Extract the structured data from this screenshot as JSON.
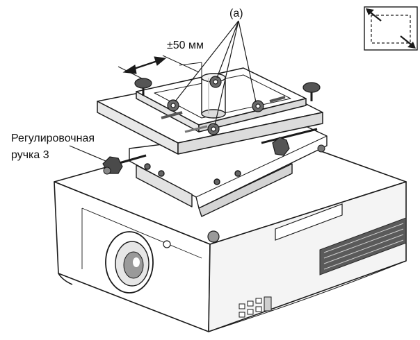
{
  "labels": {
    "callout_a": "(a)",
    "offset": "±50 мм",
    "knob_line1": "Регулировочная",
    "knob_line2": "ручка 3"
  },
  "icons": {
    "inset": "diagonal-adjust-icon"
  },
  "colors": {
    "stroke": "#1a1a1a",
    "body_fill": "#ffffff",
    "shade": "#d9d9d9",
    "dark": "#4a4a4a"
  }
}
